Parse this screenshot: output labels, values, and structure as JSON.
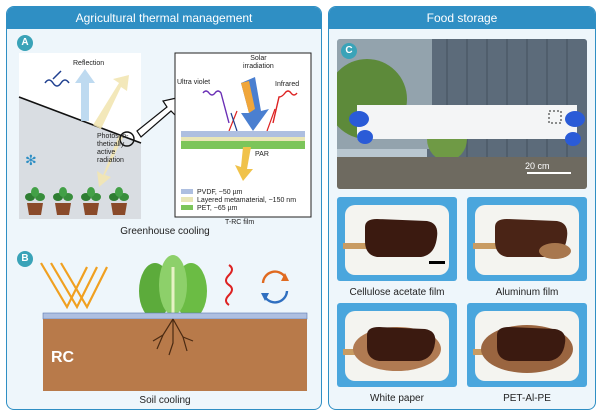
{
  "left": {
    "header": "Agricultural thermal management",
    "badge_a": "A",
    "badge_b": "B",
    "reflection": "Reflection",
    "photo_lines": [
      "Photosyn-",
      "thetically",
      "active",
      "radiation"
    ],
    "solar": [
      "Solar",
      "irradiation"
    ],
    "ultraviolet": "Ultra violet",
    "infrared": "Infrared",
    "par": "PAR",
    "legend": [
      "PVDF, ~50 µm",
      "Layered metamaterial, ~150 nm",
      "PET, ~65 µm"
    ],
    "trc_film": "T-RC film",
    "greenhouse_caption": "Greenhouse cooling",
    "rc": "RC",
    "soil_caption": "Soil cooling"
  },
  "right": {
    "header": "Food storage",
    "badge_c": "C",
    "scale": "20 cm",
    "captions": [
      "Cellulose acetate film",
      "Aluminum film",
      "White paper",
      "PET-Al-PE"
    ]
  },
  "colors": {
    "panel_border": "#2f8fc4",
    "badge": "#3aa3b8",
    "pvdf": "#aebfe0",
    "metamaterial": "#e9e6b6",
    "pet": "#7cc55a",
    "soil": "#b87a4a"
  }
}
